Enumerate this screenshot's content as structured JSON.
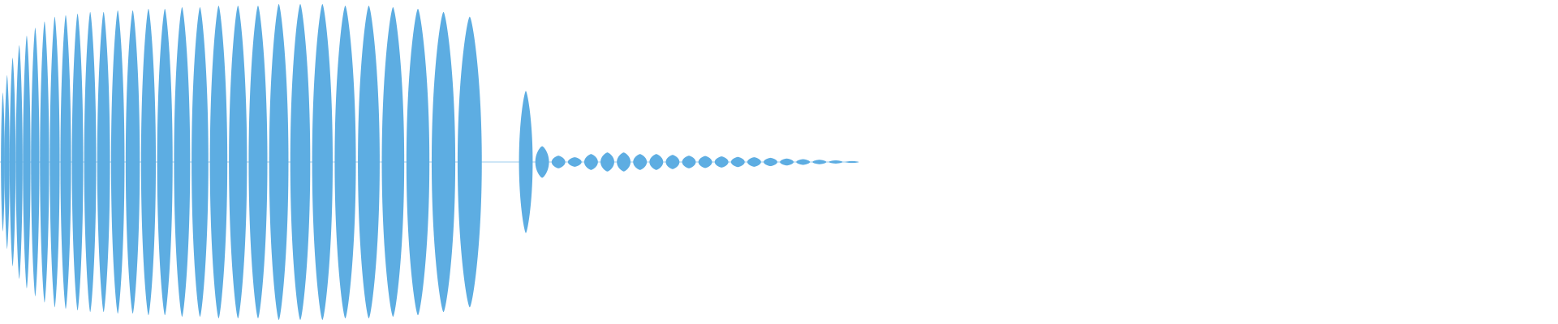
{
  "waveform": {
    "color": "#5dade2",
    "background": "#ffffff",
    "description_kind": "audio-chirp-waveform",
    "lobes": [
      0.44,
      0.55,
      0.66,
      0.74,
      0.8,
      0.85,
      0.89,
      0.92,
      0.93,
      0.94,
      0.95,
      0.95,
      0.96,
      0.96,
      0.97,
      0.97,
      0.98,
      0.98,
      0.99,
      0.99,
      0.99,
      1.0,
      1.0,
      1.0,
      0.99,
      0.99,
      0.98,
      0.97,
      0.95,
      0.92,
      0.45,
      0.1,
      0.04,
      0.03,
      0.05,
      0.06,
      0.06,
      0.05,
      0.05,
      0.045,
      0.04,
      0.038,
      0.035,
      0.032,
      0.03,
      0.026,
      0.022,
      0.018,
      0.014,
      0.01,
      0.006
    ],
    "active_fraction": 0.545
  }
}
